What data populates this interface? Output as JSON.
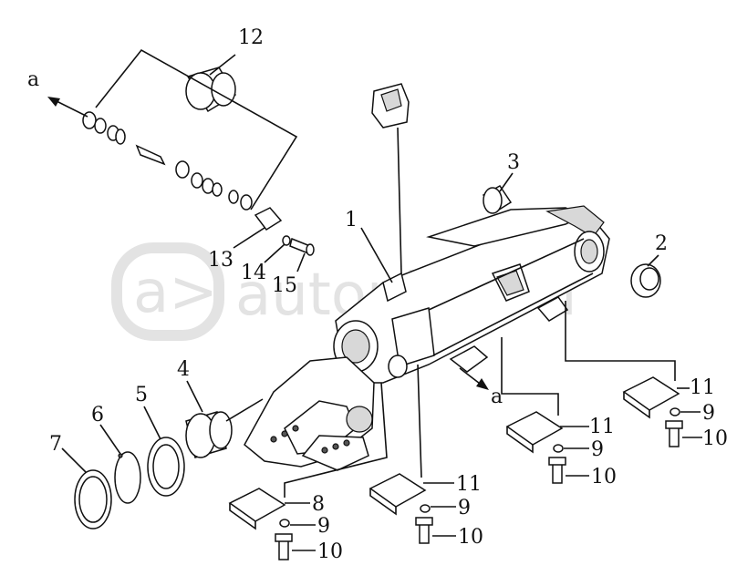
{
  "callouts": [
    {
      "id": "c12",
      "text": "12"
    },
    {
      "id": "ca1",
      "text": "a"
    },
    {
      "id": "c3",
      "text": "3"
    },
    {
      "id": "c1",
      "text": "1"
    },
    {
      "id": "c2",
      "text": "2"
    },
    {
      "id": "c13",
      "text": "13"
    },
    {
      "id": "c14",
      "text": "14"
    },
    {
      "id": "c15",
      "text": "15"
    },
    {
      "id": "c4",
      "text": "4"
    },
    {
      "id": "c5",
      "text": "5"
    },
    {
      "id": "c6",
      "text": "6"
    },
    {
      "id": "c7",
      "text": "7"
    },
    {
      "id": "ca2",
      "text": "a"
    },
    {
      "id": "c11a",
      "text": "11"
    },
    {
      "id": "c9a",
      "text": "9"
    },
    {
      "id": "c10a",
      "text": "10"
    },
    {
      "id": "c11b",
      "text": "11"
    },
    {
      "id": "c9b",
      "text": "9"
    },
    {
      "id": "c10b",
      "text": "10"
    },
    {
      "id": "c11c",
      "text": "11"
    },
    {
      "id": "c9c",
      "text": "9"
    },
    {
      "id": "c10c",
      "text": "10"
    },
    {
      "id": "c8",
      "text": "8"
    },
    {
      "id": "c9d",
      "text": "9"
    },
    {
      "id": "c10d",
      "text": "10"
    }
  ],
  "watermark": "autopiter.ru"
}
